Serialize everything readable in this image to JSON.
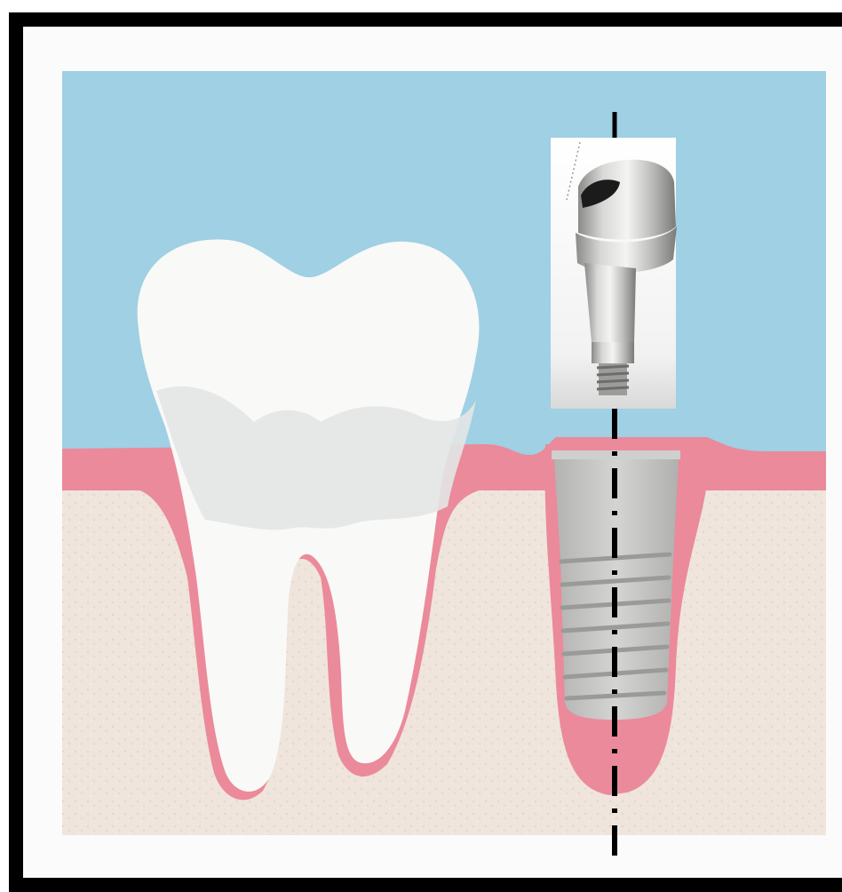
{
  "diagram": {
    "colors": {
      "sky": "#9fd0e4",
      "gum": "#eb8a9a",
      "bone": "#efe5dc",
      "tooth_enamel": "#f9f9f7",
      "tooth_shadow": "#e3e5e4",
      "implant_metal": "#c4c4c2",
      "axis_line": "#000000",
      "frame": "#000000"
    },
    "elements": [
      {
        "name": "natural-tooth",
        "kind": "molar with two roots"
      },
      {
        "name": "dental-implant-fixture",
        "kind": "threaded implant in bone"
      },
      {
        "name": "angled-abutment-photo",
        "kind": "angled abutment"
      },
      {
        "name": "implant-axis-line",
        "kind": "dash-dot long axis"
      }
    ]
  }
}
